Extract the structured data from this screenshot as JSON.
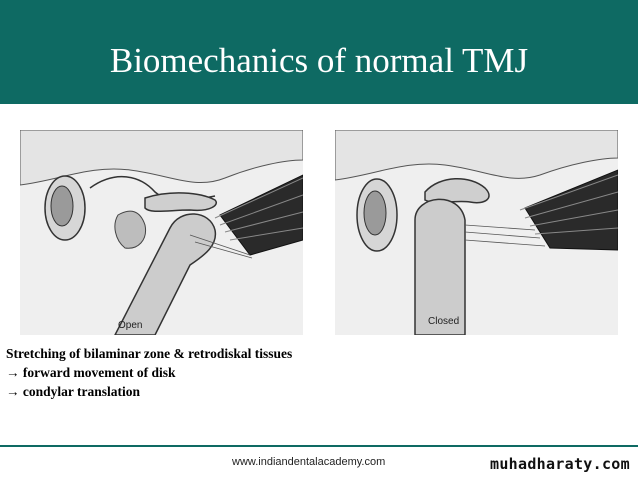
{
  "slide": {
    "title": "Biomechanics of normal TMJ",
    "header_color": "#0e6a63"
  },
  "figures": {
    "open_caption": "Open",
    "closed_caption": "Closed"
  },
  "bullets": [
    "Stretching of bilaminar zone & retrodiskal  tissues",
    " → forward  movement of disk",
    " → condylar translation"
  ],
  "footer": {
    "url": "www.indiandentalacademy.com",
    "brand": "muhadharaty.com"
  }
}
